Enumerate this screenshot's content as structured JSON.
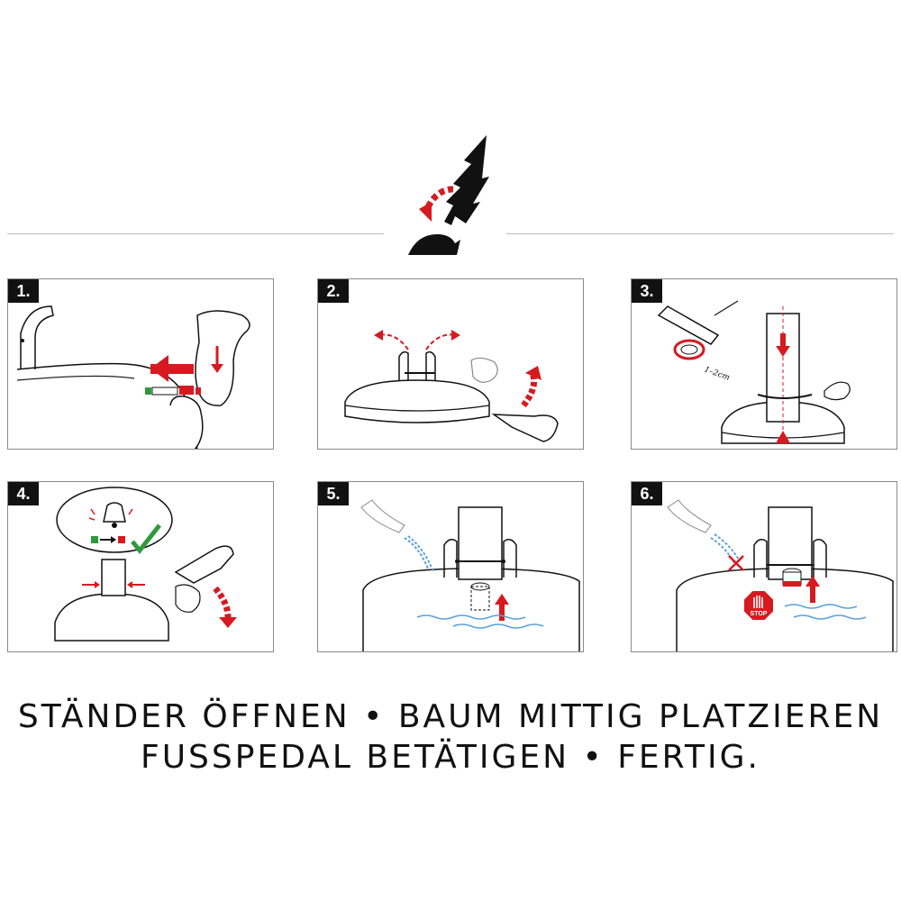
{
  "steps": [
    {
      "label": "1."
    },
    {
      "label": "2."
    },
    {
      "label": "3."
    },
    {
      "label": "4."
    },
    {
      "label": "5."
    },
    {
      "label": "6."
    }
  ],
  "step3": {
    "measure_label": "1–2cm"
  },
  "step6": {
    "stop_sign_label": "STOP"
  },
  "caption": {
    "line1": "STÄNDER ÖFFNEN • BAUM MITTIG PLATZIEREN",
    "line2": "FUSSPEDAL BETÄTIGEN • FERTIG."
  },
  "colors": {
    "accent": "#d71920",
    "water": "#5aa0d8",
    "ink": "#111111",
    "green": "#2e9a3c"
  },
  "icons": [
    "tree-icon",
    "rotate-arrow-icon",
    "saw-icon",
    "bell-icon",
    "checkmark-icon",
    "stop-sign-icon",
    "water-can-icon",
    "cross-icon"
  ]
}
